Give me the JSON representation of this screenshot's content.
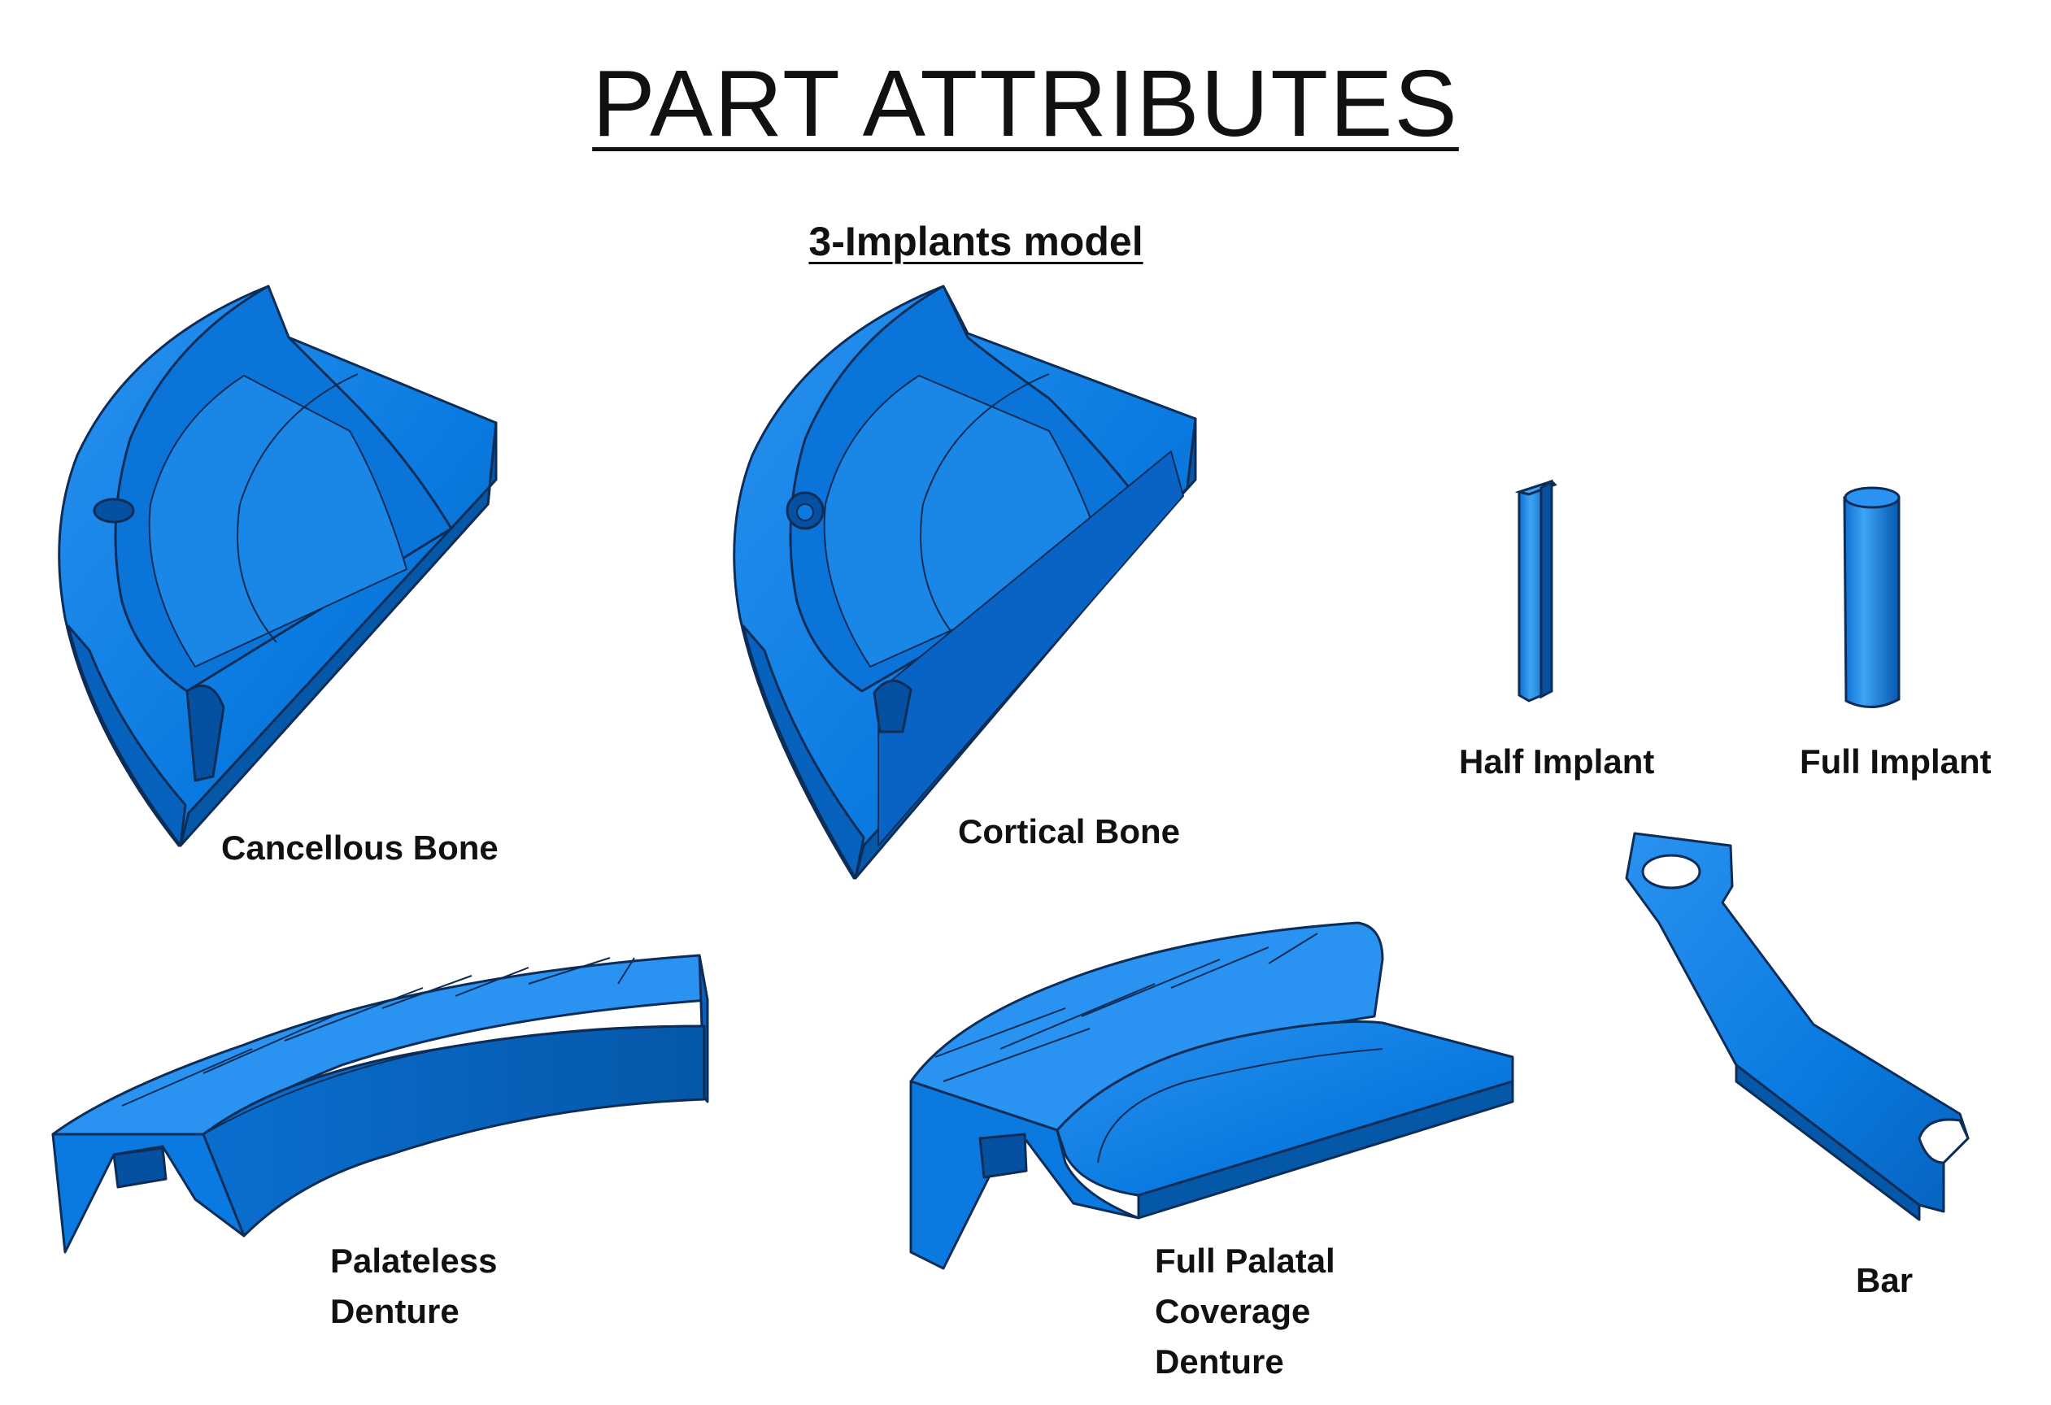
{
  "title": "PART ATTRIBUTES",
  "subtitle": "3-Implants model",
  "parts": {
    "cancellous_bone": "Cancellous Bone",
    "cortical_bone": "Cortical Bone",
    "half_implant": "Half Implant",
    "full_implant": "Full Implant",
    "palateless_denture": [
      "Palateless",
      "Denture"
    ],
    "full_palatal_denture": [
      "Full Palatal",
      "Coverage",
      "Denture"
    ],
    "bar": "Bar"
  },
  "colors": {
    "part_fill": "#0a7ae0",
    "part_shade": "#0662bd",
    "part_light": "#3fa2f5",
    "edge": "#0d2d57"
  }
}
